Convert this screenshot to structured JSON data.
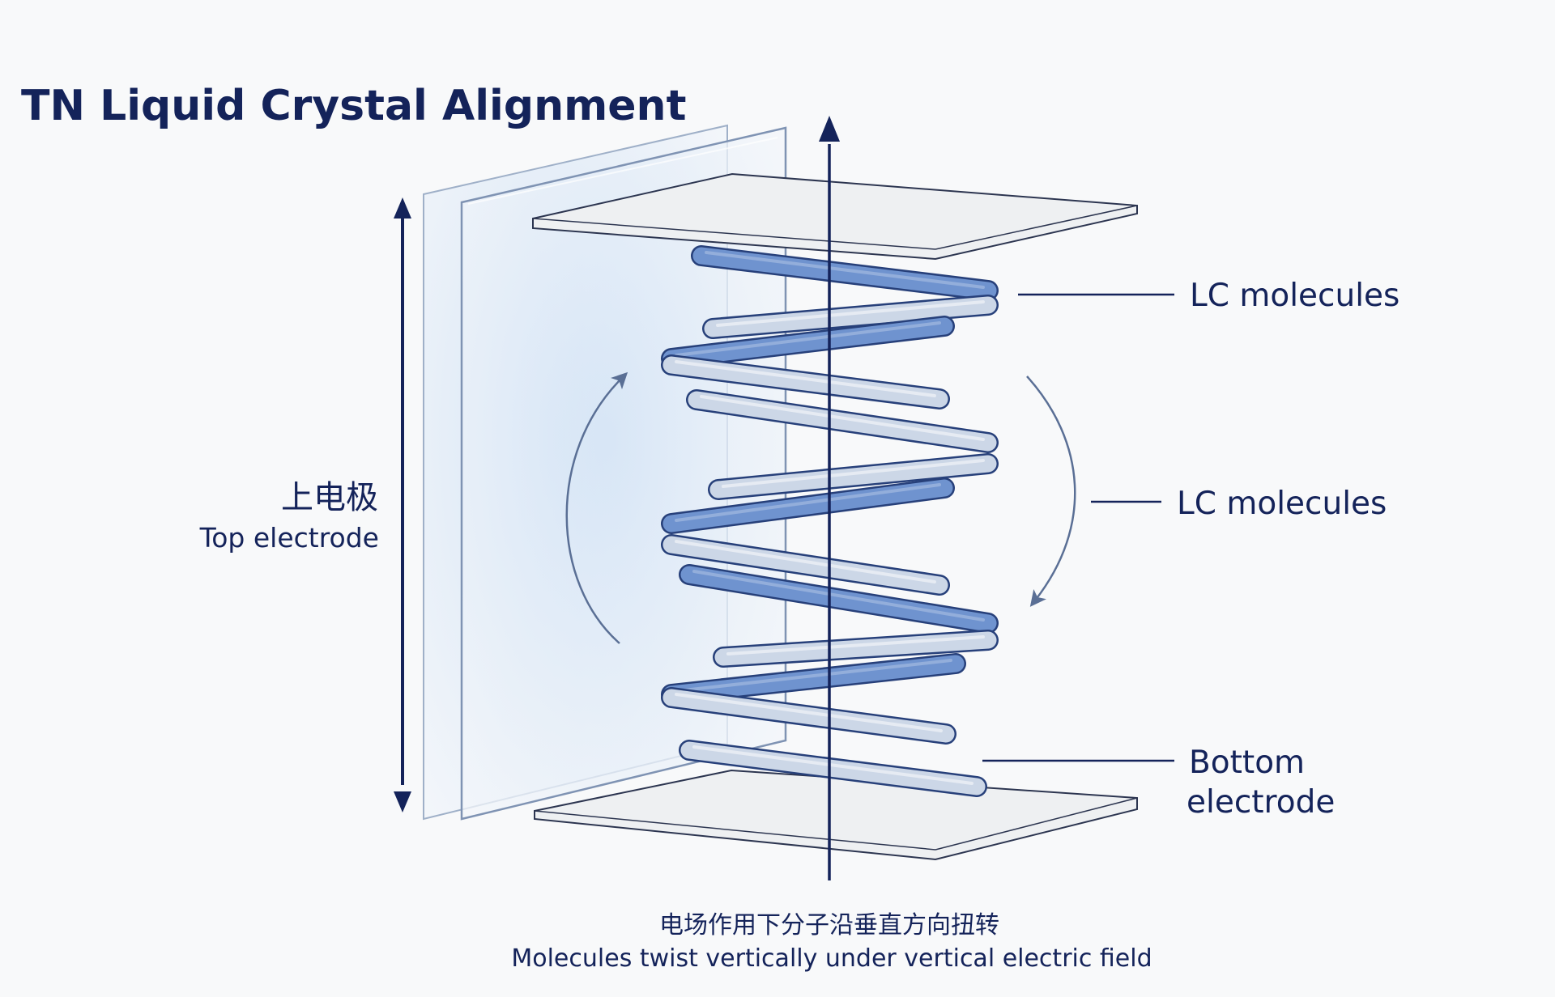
{
  "title": "TN Liquid Crystal Alignment",
  "labels": {
    "top_electrode_cn": "上电极",
    "top_electrode_en": "Top electrode",
    "lc_molecules_1": "LC molecules",
    "lc_molecules_2": "LC molecules",
    "bottom_electrode_line1": "Bottom",
    "bottom_electrode_line2": "electrode",
    "caption_cn": "电场作用下分子沿垂直方向扭转",
    "caption_en": "Molecules twist vertically under vertical electric field"
  },
  "colors": {
    "navy": "#14235a",
    "rod_blue": "#6f93cf",
    "rod_light": "#ccd7e7",
    "rod_outline": "#27407a",
    "plate_fill": "#eef0f2",
    "glass_fill": "#e3edf8",
    "curve_arrow": "#5a6f95"
  }
}
